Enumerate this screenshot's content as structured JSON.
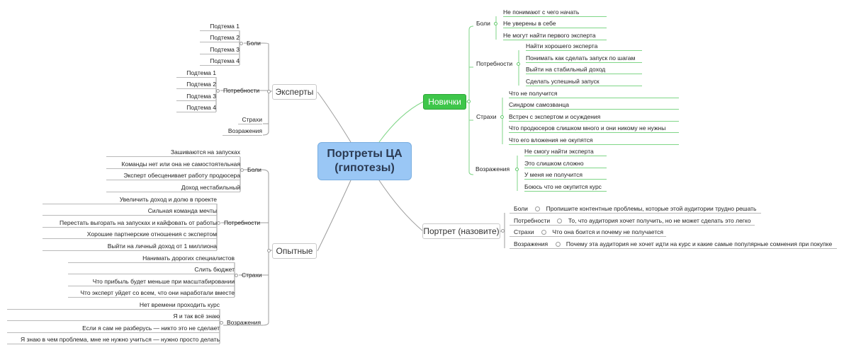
{
  "central": "Портреты ЦА\n(гипотезы)",
  "experts": {
    "label": "Эксперты",
    "pains": {
      "label": "Боли",
      "items": [
        "Подтема 1",
        "Подтема 2",
        "Подтема 3",
        "Подтема 4"
      ]
    },
    "needs": {
      "label": "Потребности",
      "items": [
        "Подтема 1",
        "Подтема 2",
        "Подтема 3",
        "Подтема 4"
      ]
    },
    "fears": {
      "label": "Страхи"
    },
    "objections": {
      "label": "Возражения"
    }
  },
  "experienced": {
    "label": "Опытные",
    "pains": {
      "label": "Боли",
      "items": [
        "Зашиваются на запусках",
        "Команды нет или она не самостоятельная",
        "Эксперт обесценивает работу продюсера",
        "Доход нестабильный"
      ]
    },
    "needs": {
      "label": "Потребности",
      "items": [
        "Увеличить доход и долю в проекте",
        "Сильная команда мечты",
        "Перестать выгорать на запусках и кайфовать от работы",
        "Хорошие партнерские отношения с экспертом",
        "Выйти на личный доход от 1 миллиона"
      ]
    },
    "fears": {
      "label": "Страхи",
      "items": [
        "Нанимать дорогих специалистов",
        "Слить бюджет",
        "Что прибыль будет меньше при масштабировании",
        "Что эксперт уйдет со всем, что они наработали вместе"
      ]
    },
    "objections": {
      "label": "Возражения",
      "items": [
        "Нет времени проходить курс",
        "Я и так всё знаю",
        "Если я сам не разберусь — никто это не сделает",
        "Я знаю в чем проблема, мне не нужно учиться — нужно просто делать"
      ]
    }
  },
  "novices": {
    "label": "Новички",
    "pains": {
      "label": "Боли",
      "items": [
        "Не понимают с чего начать",
        "Не уверены в себе",
        "Не могут найти первого эксперта"
      ]
    },
    "needs": {
      "label": "Потребности",
      "items": [
        "Найти хорошего эксперта",
        "Понимать как сделать запуск по шагам",
        "Выйти на стабильный доход",
        "Сделать успешный запуск"
      ]
    },
    "fears": {
      "label": "Страхи",
      "items": [
        "Что не получится",
        "Синдром самозванца",
        "Встреч с экспертом и осуждения",
        "Что продюсеров слишком много и они никому не нужны",
        "Что его вложения не окупятся"
      ]
    },
    "objections": {
      "label": "Возражения",
      "items": [
        "Не смогу найти эксперта",
        "Это слишком сложно",
        "У меня не получится",
        "Боюсь что не окупится курс"
      ]
    }
  },
  "portrait": {
    "label": "Портрет (назовите)",
    "rows": [
      {
        "label": "Боли",
        "item": "Пропишите контентные проблемы, которые этой аудитории трудно решать"
      },
      {
        "label": "Потребности",
        "item": "То, что аудитория хочет получить, но не может сделать это легко"
      },
      {
        "label": "Страхи",
        "item": "Что она боится и почему не получается"
      },
      {
        "label": "Возражения",
        "item": "Почему эта аудитория не хочет идти на курс и какие самые популярные сомнения при покупке"
      }
    ]
  }
}
